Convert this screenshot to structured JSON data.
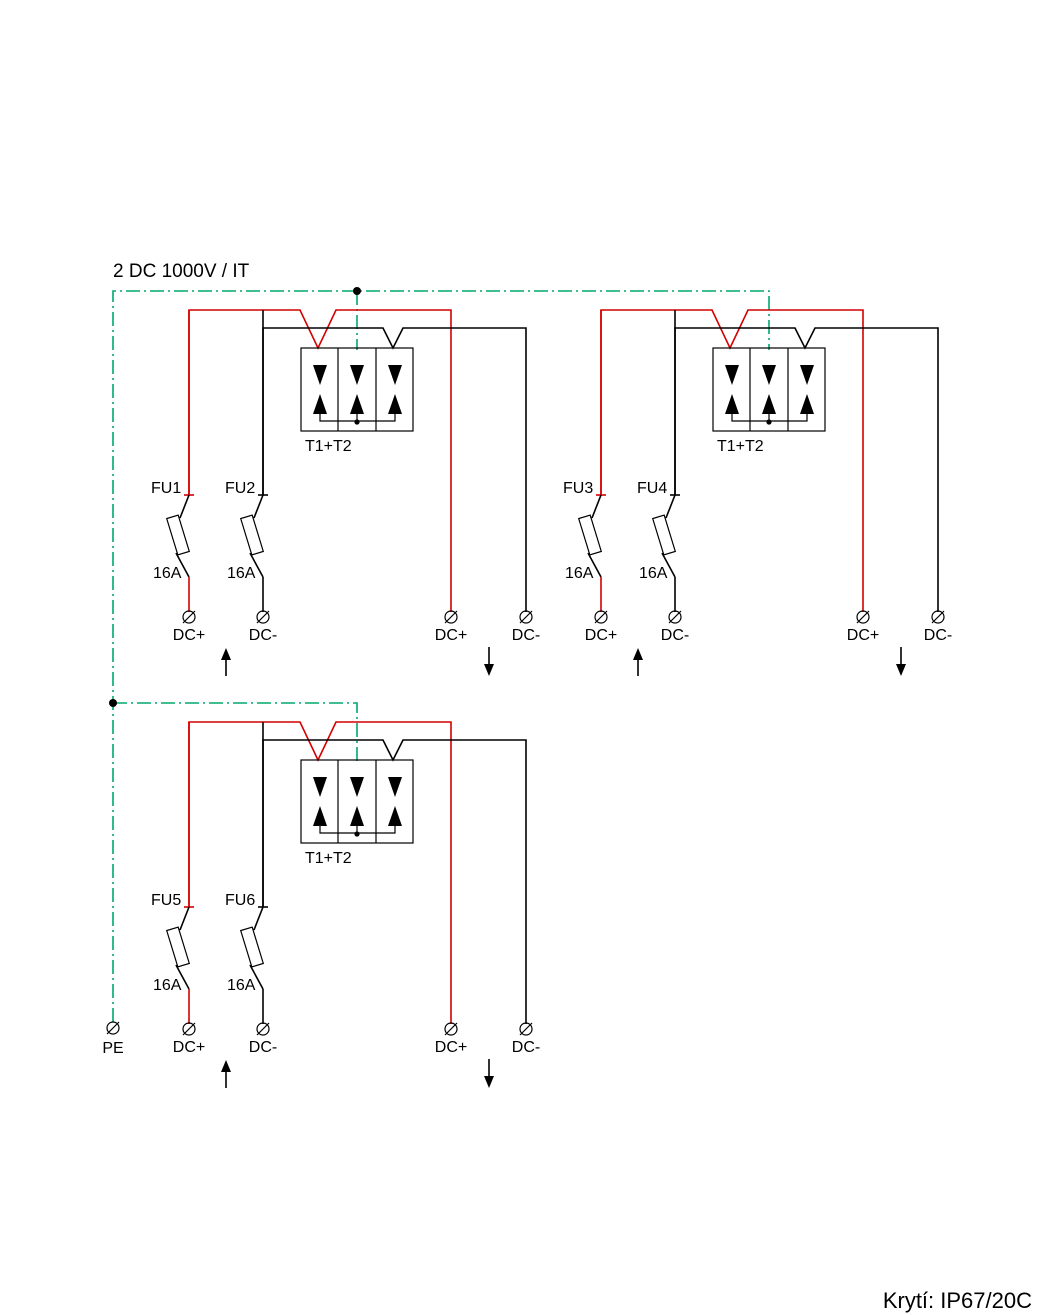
{
  "title": "2 DC 1000V / IT",
  "footer": "Krytí: IP67/20C",
  "pe_label": "PE",
  "colors": {
    "positive": "#d40000",
    "negative": "#000000",
    "pe": "#00a86b"
  },
  "spd_label": "T1+T2",
  "units": [
    {
      "fuses": [
        {
          "name": "FU1",
          "rating": "16A"
        },
        {
          "name": "FU2",
          "rating": "16A"
        }
      ],
      "inputs": [
        "DC+",
        "DC-"
      ],
      "outputs": [
        "DC+",
        "DC-"
      ],
      "spd": "T1+T2"
    },
    {
      "fuses": [
        {
          "name": "FU3",
          "rating": "16A"
        },
        {
          "name": "FU4",
          "rating": "16A"
        }
      ],
      "inputs": [
        "DC+",
        "DC-"
      ],
      "outputs": [
        "DC+",
        "DC-"
      ],
      "spd": "T1+T2"
    },
    {
      "fuses": [
        {
          "name": "FU5",
          "rating": "16A"
        },
        {
          "name": "FU6",
          "rating": "16A"
        }
      ],
      "inputs": [
        "DC+",
        "DC-"
      ],
      "outputs": [
        "DC+",
        "DC-"
      ],
      "spd": "T1+T2"
    }
  ]
}
